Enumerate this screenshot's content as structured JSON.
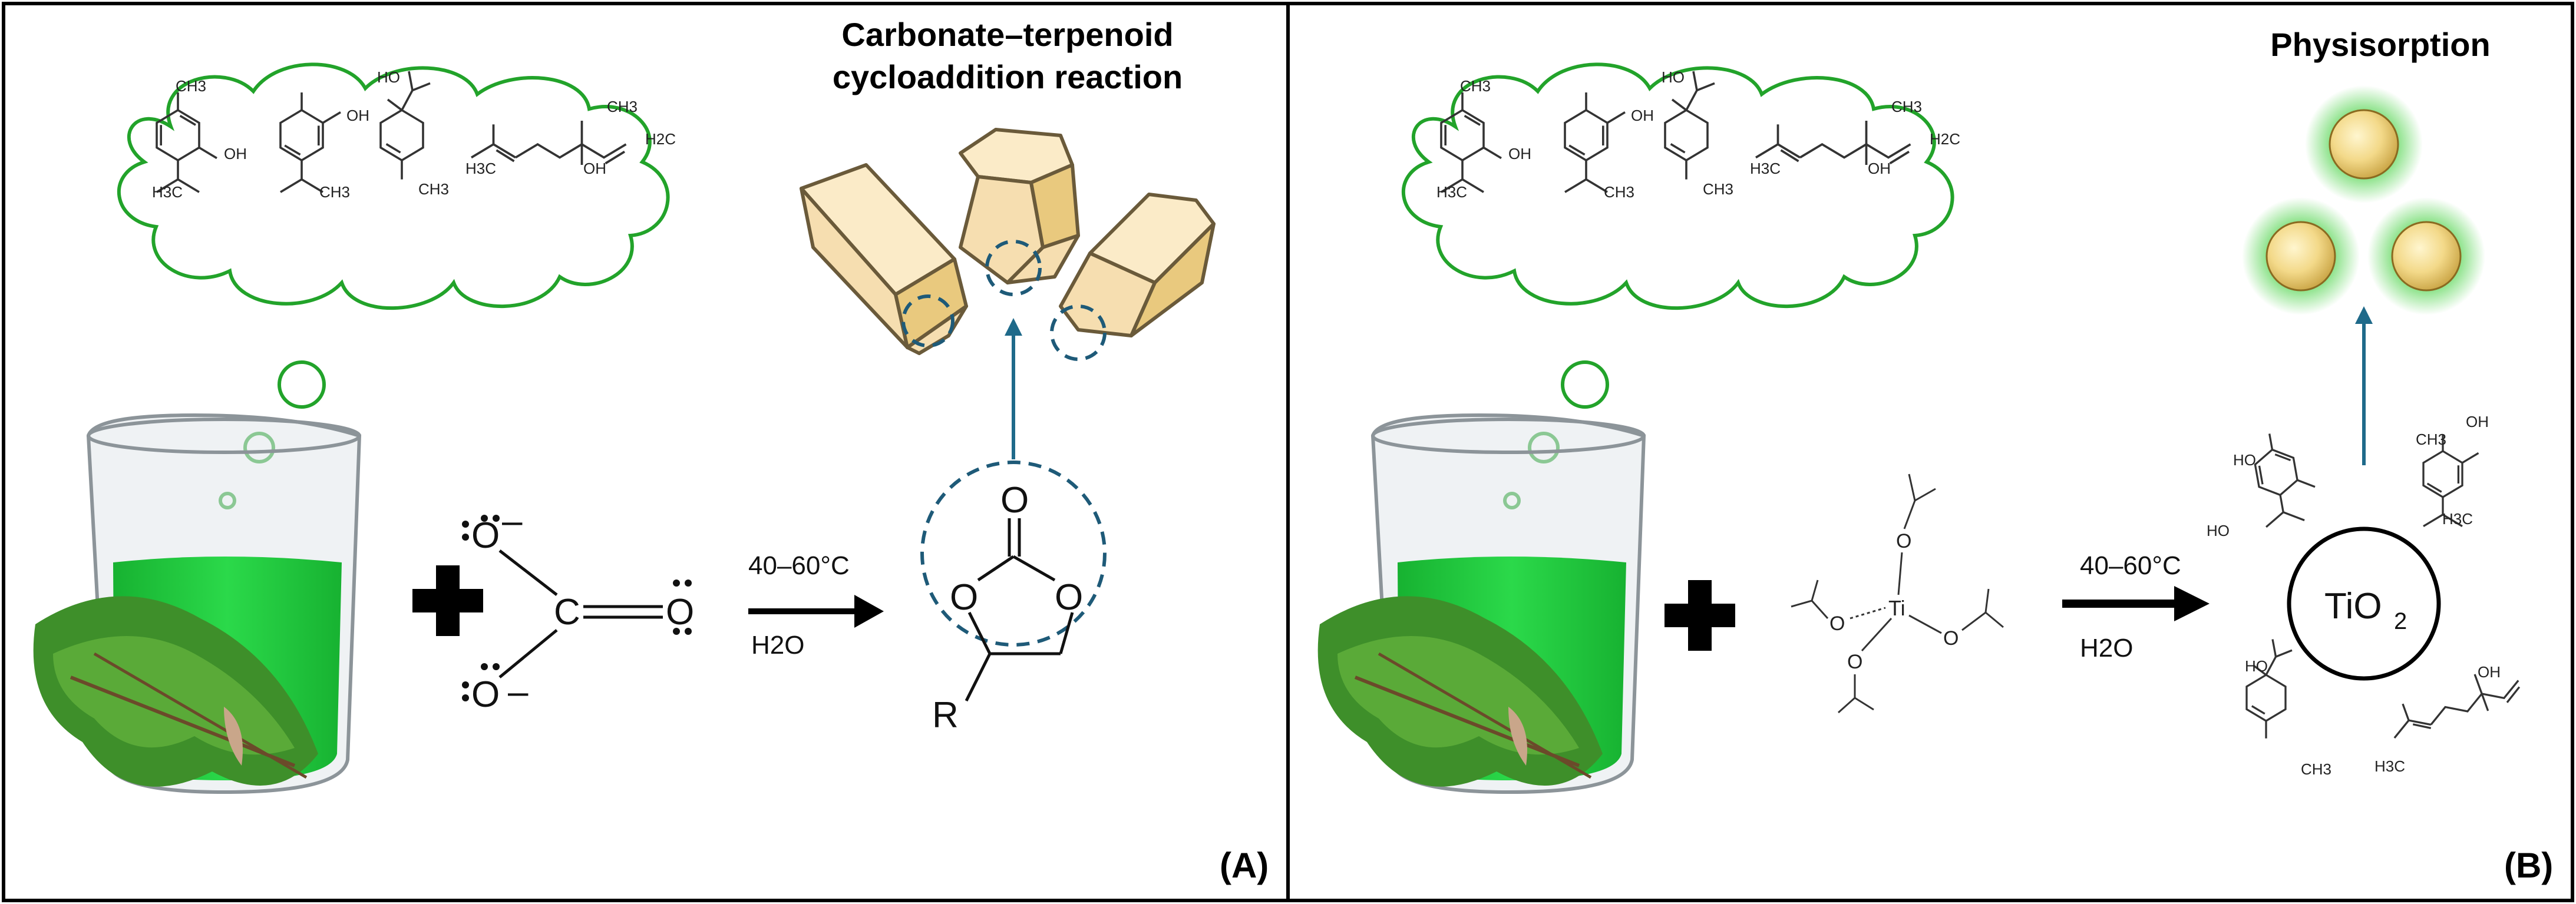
{
  "panels": {
    "a": {
      "title_line1": "Carbonate–terpenoid",
      "title_line2": "cycloaddition reaction",
      "label": "(A)",
      "condition_temp": "40–60°C",
      "condition_solvent": "H2O",
      "carbonate": {
        "o_top": "O",
        "o_bottom": "O",
        "o_right": "O",
        "carbon": "C",
        "charge": "–"
      },
      "cyclic_carbonate": {
        "o_top": "O",
        "o_left": "O",
        "o_right": "O",
        "r_group": "R"
      }
    },
    "b": {
      "title": "Physisorption",
      "label": "(B)",
      "condition_temp": "40–60°C",
      "condition_solvent": "H2O",
      "tio2_label": "TiO",
      "tio2_sub": "2",
      "precursor": {
        "ti": "Ti",
        "o": "O"
      }
    }
  },
  "molecule_labels": {
    "ch3": "CH3",
    "oh": "OH",
    "h3c": "H3C",
    "ho": "HO",
    "h2c": "H2C"
  },
  "colors": {
    "green_outline": "#22a32a",
    "liquid_green": "#1fc43a",
    "arrow_teal": "#1f6a8a",
    "crystal_fill": "#f6deb0",
    "sphere_fill": "#f3d989",
    "glow": "#4fd34b"
  }
}
